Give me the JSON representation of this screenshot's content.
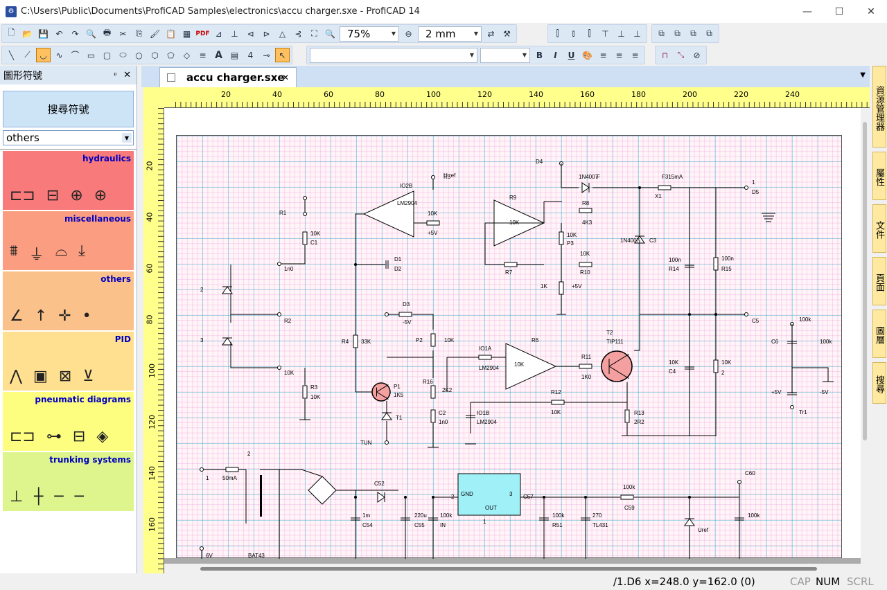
{
  "window": {
    "title": "C:\\Users\\Public\\Documents\\ProfiCAD Samples\\electronics\\accu charger.sxe - ProfiCAD 14",
    "min": "—",
    "max": "☐",
    "close": "✕"
  },
  "toolbar1": {
    "zoom": "75%",
    "grid": "2 mm",
    "pdf": "PDF"
  },
  "toolbar2": {
    "font_name": "",
    "font_size": "",
    "bold": "B",
    "italic": "I",
    "underline": "U",
    "text_tool": "A"
  },
  "left_panel": {
    "title": "圖形符號",
    "pin": "ᵖ",
    "close": "✕",
    "search_button": "搜尋符號",
    "category": "others",
    "categories": [
      {
        "label": "hydraulics",
        "color": "#f97a7a"
      },
      {
        "label": "miscellaneous",
        "color": "#fb9d80"
      },
      {
        "label": "others",
        "color": "#fbc18a"
      },
      {
        "label": "PID",
        "color": "#ffdf90"
      },
      {
        "label": "pneumatic diagrams",
        "color": "#fdfd80"
      },
      {
        "label": "trunking systems",
        "color": "#ddf58c"
      }
    ]
  },
  "tabs": {
    "doc": "accu charger.sxe",
    "close": "✕",
    "dropdown": "▼"
  },
  "ruler": {
    "h": [
      "20",
      "40",
      "60",
      "80",
      "100",
      "120",
      "140",
      "160",
      "180",
      "200",
      "220",
      "240"
    ],
    "v": [
      "20",
      "40",
      "60",
      "80",
      "100",
      "120",
      "140",
      "160"
    ]
  },
  "right_tabs": [
    "資源管理器",
    "屬性",
    "文件",
    "頁面",
    "圖層",
    "搜尋"
  ],
  "status": {
    "coords": "/1.D6  x=248.0  y=162.0 (0)",
    "cap": "CAP",
    "num": "NUM",
    "scrl": "SCRL"
  },
  "schematic": {
    "labels": [
      "U ref",
      "IO2B",
      "LM2904",
      "R5",
      "10K",
      "+5V",
      "R1",
      "10K",
      "1",
      "C1",
      "1n0",
      "D1",
      "D2",
      "2",
      "3",
      "R2",
      "10K",
      "R3",
      "10K",
      "R4",
      "33K",
      "P1",
      "1K5",
      "T1",
      "TUN",
      "D3",
      "-5V",
      "P2",
      "10K",
      "R16",
      "2K2",
      "C2",
      "1n0",
      "R6",
      "10K",
      "IO1A",
      "LM2904",
      "R11",
      "1K0",
      "T2",
      "TIP111",
      "R12",
      "10K",
      "R13",
      "2R2",
      "IO1B",
      "LM2904",
      "R9",
      "10K",
      "R8",
      "4K3",
      "R7",
      "10K",
      "R10",
      "10K",
      "P3",
      "1K",
      "+5V",
      "D4",
      "1N4007",
      "F",
      "F315mA",
      "X1",
      "1",
      "D5",
      "1N4007",
      "C3",
      "100n",
      "R14",
      "10K",
      "C4",
      "100n",
      "R15",
      "10K",
      "2",
      "C5",
      "100k",
      "C6",
      "100k",
      "+5V",
      "-5V",
      "Tr1",
      "1",
      "50mA",
      "2",
      "6V",
      "BAT43",
      "C52",
      "1m",
      "C54",
      "220u",
      "C55",
      "100k",
      "IN",
      "GND",
      "OUT",
      "3",
      "2",
      "1",
      "C57",
      "100k",
      "C59",
      "100k",
      "R51",
      "270",
      "TL431",
      "Uref",
      "C60",
      "100k"
    ]
  }
}
